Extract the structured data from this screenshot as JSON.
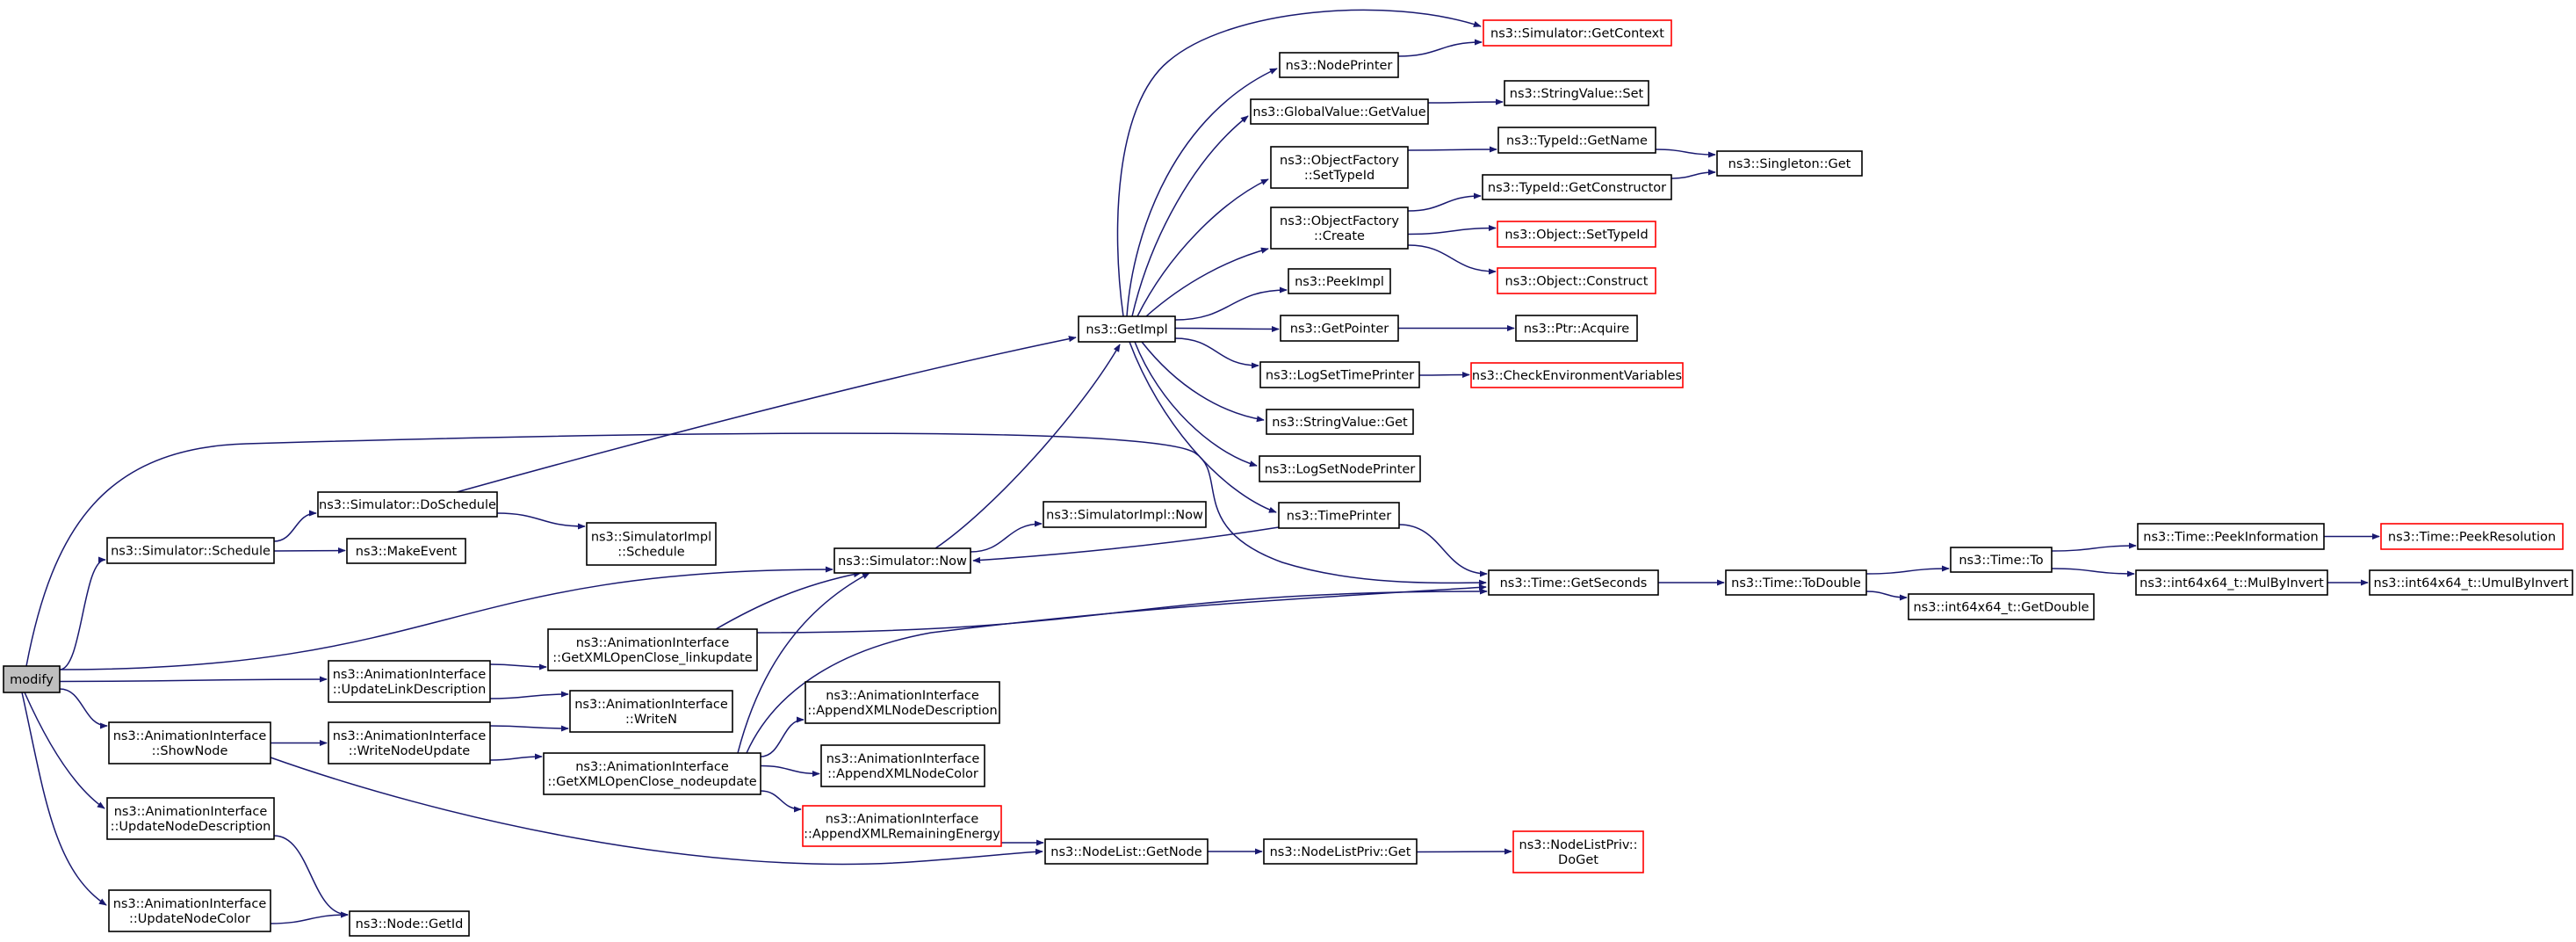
{
  "colors": {
    "edge": "#191970",
    "normal_border": "#000000",
    "truncated_border": "#ff0000",
    "root_fill": "#bfbfbf",
    "node_fill": "#ffffff"
  },
  "nodes": [
    {
      "id": "modify",
      "lines": [
        "modify"
      ],
      "style": "root"
    },
    {
      "id": "sim_schedule",
      "lines": [
        "ns3::Simulator::Schedule"
      ],
      "style": "normal"
    },
    {
      "id": "sim_doschedule",
      "lines": [
        "ns3::Simulator::DoSchedule"
      ],
      "style": "normal"
    },
    {
      "id": "makeevent",
      "lines": [
        "ns3::MakeEvent"
      ],
      "style": "normal"
    },
    {
      "id": "simimpl_schedule",
      "lines": [
        "ns3::SimulatorImpl",
        "::Schedule"
      ],
      "style": "normal"
    },
    {
      "id": "sim_now",
      "lines": [
        "ns3::Simulator::Now"
      ],
      "style": "normal"
    },
    {
      "id": "simimpl_now",
      "lines": [
        "ns3::SimulatorImpl::Now"
      ],
      "style": "normal"
    },
    {
      "id": "getimpl",
      "lines": [
        "ns3::GetImpl"
      ],
      "style": "normal"
    },
    {
      "id": "getcontext",
      "lines": [
        "ns3::Simulator::GetContext"
      ],
      "style": "truncated"
    },
    {
      "id": "nodeprinter",
      "lines": [
        "ns3::NodePrinter"
      ],
      "style": "normal"
    },
    {
      "id": "gv_getvalue",
      "lines": [
        "ns3::GlobalValue::GetValue"
      ],
      "style": "normal"
    },
    {
      "id": "stringvalue_set",
      "lines": [
        "ns3::StringValue::Set"
      ],
      "style": "normal"
    },
    {
      "id": "of_settypeid",
      "lines": [
        "ns3::ObjectFactory",
        "::SetTypeId"
      ],
      "style": "normal"
    },
    {
      "id": "typeid_getname",
      "lines": [
        "ns3::TypeId::GetName"
      ],
      "style": "normal"
    },
    {
      "id": "singleton_get",
      "lines": [
        "ns3::Singleton::Get"
      ],
      "style": "normal"
    },
    {
      "id": "typeid_getconstructor",
      "lines": [
        "ns3::TypeId::GetConstructor"
      ],
      "style": "normal"
    },
    {
      "id": "of_create",
      "lines": [
        "ns3::ObjectFactory",
        "::Create"
      ],
      "style": "normal"
    },
    {
      "id": "object_settypeid",
      "lines": [
        "ns3::Object::SetTypeId"
      ],
      "style": "truncated"
    },
    {
      "id": "object_construct",
      "lines": [
        "ns3::Object::Construct"
      ],
      "style": "truncated"
    },
    {
      "id": "peekimpl",
      "lines": [
        "ns3::PeekImpl"
      ],
      "style": "normal"
    },
    {
      "id": "getpointer",
      "lines": [
        "ns3::GetPointer"
      ],
      "style": "normal"
    },
    {
      "id": "ptr_acquire",
      "lines": [
        "ns3::Ptr::Acquire"
      ],
      "style": "normal"
    },
    {
      "id": "logsettimeprinter",
      "lines": [
        "ns3::LogSetTimePrinter"
      ],
      "style": "normal"
    },
    {
      "id": "checkenv",
      "lines": [
        "ns3::CheckEnvironmentVariables"
      ],
      "style": "truncated"
    },
    {
      "id": "stringvalue_get",
      "lines": [
        "ns3::StringValue::Get"
      ],
      "style": "normal"
    },
    {
      "id": "logsetnodeprinter",
      "lines": [
        "ns3::LogSetNodePrinter"
      ],
      "style": "normal"
    },
    {
      "id": "timeprinter",
      "lines": [
        "ns3::TimePrinter"
      ],
      "style": "normal"
    },
    {
      "id": "time_getseconds",
      "lines": [
        "ns3::Time::GetSeconds"
      ],
      "style": "normal"
    },
    {
      "id": "time_todouble",
      "lines": [
        "ns3::Time::ToDouble"
      ],
      "style": "normal"
    },
    {
      "id": "time_to",
      "lines": [
        "ns3::Time::To"
      ],
      "style": "normal"
    },
    {
      "id": "int64_getdouble",
      "lines": [
        "ns3::int64x64_t::GetDouble"
      ],
      "style": "normal"
    },
    {
      "id": "time_peekinformation",
      "lines": [
        "ns3::Time::PeekInformation"
      ],
      "style": "normal"
    },
    {
      "id": "time_peekresolution",
      "lines": [
        "ns3::Time::PeekResolution"
      ],
      "style": "truncated"
    },
    {
      "id": "int64_mulbyinvert",
      "lines": [
        "ns3::int64x64_t::MulByInvert"
      ],
      "style": "normal"
    },
    {
      "id": "int64_umulbyinvert",
      "lines": [
        "ns3::int64x64_t::UmulByInvert"
      ],
      "style": "normal"
    },
    {
      "id": "ai_getxml_linkupdate",
      "lines": [
        "ns3::AnimationInterface",
        "::GetXMLOpenClose_linkupdate"
      ],
      "style": "normal"
    },
    {
      "id": "ai_updatelinkdescription",
      "lines": [
        "ns3::AnimationInterface",
        "::UpdateLinkDescription"
      ],
      "style": "normal"
    },
    {
      "id": "ai_writen",
      "lines": [
        "ns3::AnimationInterface",
        "::WriteN"
      ],
      "style": "normal"
    },
    {
      "id": "ai_shownode",
      "lines": [
        "ns3::AnimationInterface",
        "::ShowNode"
      ],
      "style": "normal"
    },
    {
      "id": "ai_writenodeupdate",
      "lines": [
        "ns3::AnimationInterface",
        "::WriteNodeUpdate"
      ],
      "style": "normal"
    },
    {
      "id": "ai_getxml_nodeupdate",
      "lines": [
        "ns3::AnimationInterface",
        "::GetXMLOpenClose_nodeupdate"
      ],
      "style": "normal"
    },
    {
      "id": "ai_appendxmlnodedescription",
      "lines": [
        "ns3::AnimationInterface",
        "::AppendXMLNodeDescription"
      ],
      "style": "normal"
    },
    {
      "id": "ai_appendxmlnodecolor",
      "lines": [
        "ns3::AnimationInterface",
        "::AppendXMLNodeColor"
      ],
      "style": "normal"
    },
    {
      "id": "ai_appendxmlremainingenergy",
      "lines": [
        "ns3::AnimationInterface",
        "::AppendXMLRemainingEnergy"
      ],
      "style": "truncated"
    },
    {
      "id": "nodelist_getnode",
      "lines": [
        "ns3::NodeList::GetNode"
      ],
      "style": "normal"
    },
    {
      "id": "nodelistpriv_get",
      "lines": [
        "ns3::NodeListPriv::Get"
      ],
      "style": "normal"
    },
    {
      "id": "nodelistpriv_doget",
      "lines": [
        "ns3::NodeListPriv::",
        "DoGet"
      ],
      "style": "truncated"
    },
    {
      "id": "ai_updatenodedescription",
      "lines": [
        "ns3::AnimationInterface",
        "::UpdateNodeDescription"
      ],
      "style": "normal"
    },
    {
      "id": "ai_updatenodecolor",
      "lines": [
        "ns3::AnimationInterface",
        "::UpdateNodeColor"
      ],
      "style": "normal"
    },
    {
      "id": "node_getid",
      "lines": [
        "ns3::Node::GetId"
      ],
      "style": "normal"
    }
  ],
  "edges": [
    [
      "modify",
      "sim_schedule"
    ],
    [
      "modify",
      "sim_now"
    ],
    [
      "modify",
      "time_getseconds"
    ],
    [
      "modify",
      "ai_updatelinkdescription"
    ],
    [
      "modify",
      "ai_shownode"
    ],
    [
      "modify",
      "ai_updatenodedescription"
    ],
    [
      "modify",
      "ai_updatenodecolor"
    ],
    [
      "sim_schedule",
      "sim_doschedule"
    ],
    [
      "sim_schedule",
      "makeevent"
    ],
    [
      "sim_doschedule",
      "getimpl"
    ],
    [
      "sim_doschedule",
      "simimpl_schedule"
    ],
    [
      "sim_now",
      "getimpl"
    ],
    [
      "sim_now",
      "simimpl_now"
    ],
    [
      "getimpl",
      "getcontext"
    ],
    [
      "getimpl",
      "nodeprinter"
    ],
    [
      "getimpl",
      "gv_getvalue"
    ],
    [
      "getimpl",
      "of_settypeid"
    ],
    [
      "getimpl",
      "of_create"
    ],
    [
      "getimpl",
      "peekimpl"
    ],
    [
      "getimpl",
      "getpointer"
    ],
    [
      "getimpl",
      "logsettimeprinter"
    ],
    [
      "getimpl",
      "stringvalue_get"
    ],
    [
      "getimpl",
      "logsetnodeprinter"
    ],
    [
      "getimpl",
      "timeprinter"
    ],
    [
      "nodeprinter",
      "getcontext"
    ],
    [
      "gv_getvalue",
      "stringvalue_set"
    ],
    [
      "of_settypeid",
      "typeid_getname"
    ],
    [
      "typeid_getname",
      "singleton_get"
    ],
    [
      "typeid_getconstructor",
      "singleton_get"
    ],
    [
      "of_create",
      "typeid_getconstructor"
    ],
    [
      "of_create",
      "object_settypeid"
    ],
    [
      "of_create",
      "object_construct"
    ],
    [
      "getpointer",
      "ptr_acquire"
    ],
    [
      "logsettimeprinter",
      "checkenv"
    ],
    [
      "timeprinter",
      "sim_now"
    ],
    [
      "timeprinter",
      "time_getseconds"
    ],
    [
      "time_getseconds",
      "time_todouble"
    ],
    [
      "time_todouble",
      "time_to"
    ],
    [
      "time_todouble",
      "int64_getdouble"
    ],
    [
      "time_to",
      "time_peekinformation"
    ],
    [
      "time_to",
      "int64_mulbyinvert"
    ],
    [
      "time_peekinformation",
      "time_peekresolution"
    ],
    [
      "int64_mulbyinvert",
      "int64_umulbyinvert"
    ],
    [
      "ai_updatelinkdescription",
      "ai_getxml_linkupdate"
    ],
    [
      "ai_updatelinkdescription",
      "ai_writen"
    ],
    [
      "ai_getxml_linkupdate",
      "sim_now"
    ],
    [
      "ai_getxml_linkupdate",
      "time_getseconds"
    ],
    [
      "ai_shownode",
      "ai_writenodeupdate"
    ],
    [
      "ai_shownode",
      "nodelist_getnode"
    ],
    [
      "ai_writenodeupdate",
      "ai_writen"
    ],
    [
      "ai_writenodeupdate",
      "ai_getxml_nodeupdate"
    ],
    [
      "ai_getxml_nodeupdate",
      "sim_now"
    ],
    [
      "ai_getxml_nodeupdate",
      "time_getseconds"
    ],
    [
      "ai_getxml_nodeupdate",
      "ai_appendxmlnodedescription"
    ],
    [
      "ai_getxml_nodeupdate",
      "ai_appendxmlnodecolor"
    ],
    [
      "ai_getxml_nodeupdate",
      "ai_appendxmlremainingenergy"
    ],
    [
      "ai_appendxmlremainingenergy",
      "nodelist_getnode"
    ],
    [
      "nodelist_getnode",
      "nodelistpriv_get"
    ],
    [
      "nodelistpriv_get",
      "nodelistpriv_doget"
    ],
    [
      "ai_updatenodedescription",
      "node_getid"
    ],
    [
      "ai_updatenodecolor",
      "node_getid"
    ]
  ]
}
